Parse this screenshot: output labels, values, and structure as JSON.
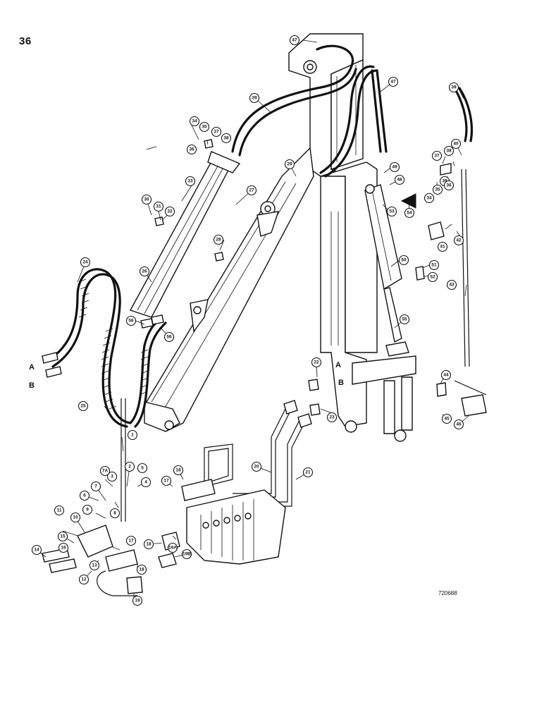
{
  "page": {
    "number": "36",
    "drawing_code": "720688"
  },
  "port_labels": {
    "left_a": "A",
    "left_b": "B",
    "right_a": "A",
    "right_b": "B"
  },
  "callouts": {
    "c1": "1",
    "c2": "2",
    "c3": "3",
    "c4": "4",
    "c5": "5",
    "c6": "6",
    "c7": "7",
    "c7a": "7A",
    "c8": "8",
    "c9": "9",
    "c10": "10",
    "c11": "11",
    "c12": "12",
    "c13": "13",
    "c14": "14",
    "c15": "15",
    "c16": "16",
    "c17a": "17",
    "c17b": "17",
    "c18a": "18",
    "c18b": "18",
    "c18c": "18",
    "c19": "19",
    "c19a": "19A",
    "c19b": "19B",
    "c20": "20",
    "c21": "21",
    "c22": "22",
    "c23": "23",
    "c24": "24",
    "c25": "25",
    "c26": "26",
    "c27": "27",
    "c28": "28",
    "c29a": "29",
    "c29b": "29",
    "c30": "30",
    "c31": "31",
    "c32": "32",
    "c33": "33",
    "c34": "34",
    "c35": "35",
    "c36": "36",
    "c37": "37",
    "c38a": "38",
    "c38b": "38",
    "c39a": "39",
    "c39b": "39",
    "c40": "40",
    "c41": "41",
    "c42": "42",
    "c43": "43",
    "c44": "44",
    "c45": "45",
    "c46": "46",
    "c47a": "47",
    "c47b": "47",
    "c48": "48",
    "c49": "49",
    "c50": "50",
    "c51": "51",
    "c52": "52",
    "c53": "53",
    "c54": "54",
    "c55": "55",
    "c56a": "56",
    "c56b": "56",
    "c34b": "34",
    "c35b": "35",
    "c36b": "36",
    "c37b": "37"
  },
  "colors": {
    "ink": "#111111",
    "paper": "#ffffff"
  }
}
